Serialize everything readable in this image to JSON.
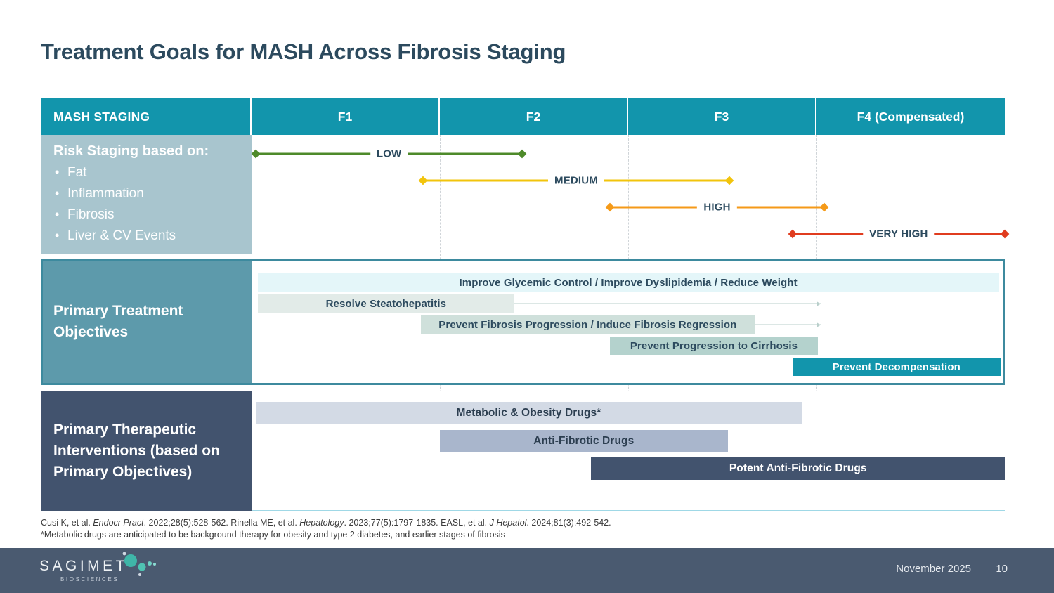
{
  "slide": {
    "title": "Treatment Goals for MASH Across Fibrosis Staging"
  },
  "header": {
    "row_label": "MASH STAGING",
    "stages": [
      "F1",
      "F2",
      "F3",
      "F4 (Compensated)"
    ]
  },
  "risk_section": {
    "title": "Risk Staging based on:",
    "bullets": [
      "Fat",
      "Inflammation",
      "Fibrosis",
      "Liver & CV Events"
    ],
    "levels": [
      {
        "label": "LOW",
        "color": "#4e8a2a",
        "start_pct": 0.6,
        "end_pct": 35.9
      },
      {
        "label": "MEDIUM",
        "color": "#f2c40c",
        "start_pct": 22.8,
        "end_pct": 63.4
      },
      {
        "label": "HIGH",
        "color": "#f59a18",
        "start_pct": 47.6,
        "end_pct": 76.0
      },
      {
        "label": "VERY HIGH",
        "color": "#e03c1f",
        "start_pct": 71.8,
        "end_pct": 100.0
      }
    ]
  },
  "objectives_section": {
    "title": "Primary Treatment Objectives",
    "bars": [
      {
        "label": "Improve Glycemic Control / Improve Dyslipidemia / Reduce Weight",
        "fill": "#e4f6f9",
        "text": "#2c4a5e",
        "start_pct": 0.8,
        "end_pct": 99.5,
        "tail_end_pct": null
      },
      {
        "label": "Resolve Steatohepatitis",
        "fill": "#e2ebe8",
        "text": "#2c4a5e",
        "start_pct": 0.8,
        "end_pct": 35.0,
        "tail_end_pct": 75.8
      },
      {
        "label": "Prevent Fibrosis Progression / Induce Fibrosis Regression",
        "fill": "#cfe0db",
        "text": "#2c4a5e",
        "start_pct": 22.5,
        "end_pct": 67.0,
        "tail_end_pct": 75.8
      },
      {
        "label": "Prevent Progression to Cirrhosis",
        "fill": "#b4d2cd",
        "text": "#2c4a5e",
        "start_pct": 47.7,
        "end_pct": 75.4,
        "tail_end_pct": null
      },
      {
        "label": "Prevent Decompensation",
        "fill": "#1295ac",
        "text": "#ffffff",
        "start_pct": 72.0,
        "end_pct": 99.7,
        "tail_end_pct": null
      }
    ]
  },
  "interventions_section": {
    "title": "Primary Therapeutic Interventions (based on Primary Objectives)",
    "bars": [
      {
        "label": "Metabolic & Obesity Drugs*",
        "fill": "#d3dae5",
        "text": "#2c3e50",
        "start_pct": 0.6,
        "end_pct": 73.0
      },
      {
        "label": "Anti-Fibrotic Drugs",
        "fill": "#a9b6cc",
        "text": "#2c3e50",
        "start_pct": 25.0,
        "end_pct": 63.2
      },
      {
        "label": "Potent Anti-Fibrotic Drugs",
        "fill": "#42536e",
        "text": "#ffffff",
        "start_pct": 45.1,
        "end_pct": 100.0
      }
    ]
  },
  "footnotes": {
    "line1_parts": [
      {
        "text": "Cusi K, et al. ",
        "italic": false
      },
      {
        "text": "Endocr Pract",
        "italic": true
      },
      {
        "text": ". 2022;28(5):528-562. Rinella ME, et al. ",
        "italic": false
      },
      {
        "text": "Hepatology",
        "italic": true
      },
      {
        "text": ". 2023;77(5):1797-1835. EASL, et al. ",
        "italic": false
      },
      {
        "text": "J Hepatol",
        "italic": true
      },
      {
        "text": ". 2024;81(3):492-542.",
        "italic": false
      }
    ],
    "line2": "*Metabolic drugs are anticipated to be background therapy for obesity and type 2 diabetes, and earlier stages of fibrosis"
  },
  "footer": {
    "logo_word": "SAGIMET",
    "logo_sub": "BIOSCIENCES",
    "date": "November 2025",
    "page": "10"
  },
  "colors": {
    "header_teal": "#1295ac",
    "risk_panel": "#a8c5ce",
    "objectives_panel": "#5d9aab",
    "objectives_border": "#3d8a9e",
    "interventions_panel": "#42536e",
    "title_navy": "#2c4a5e",
    "footer_bar": "#4a5a70"
  }
}
